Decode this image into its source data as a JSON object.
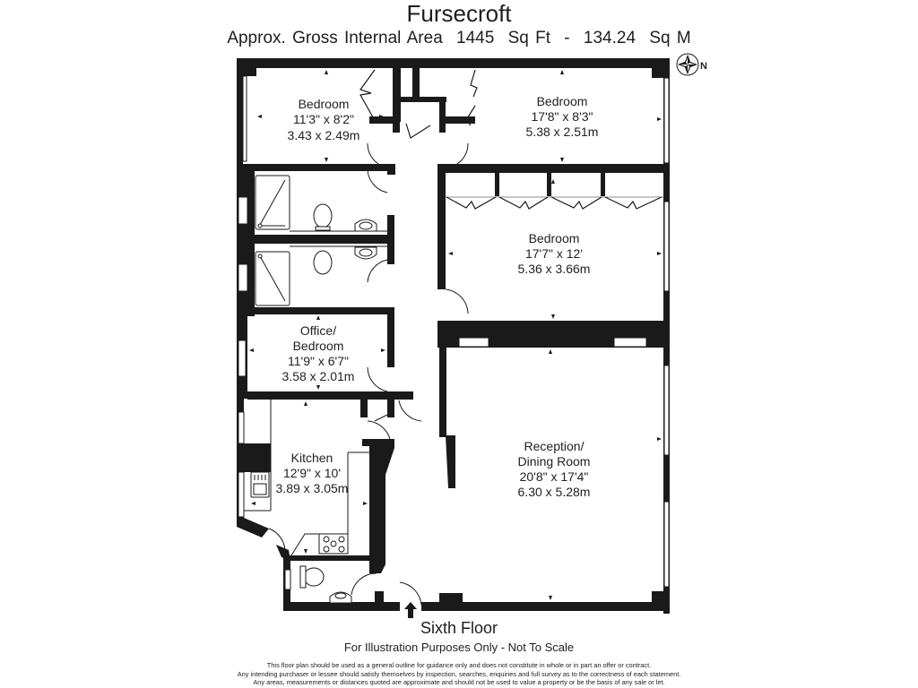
{
  "header": {
    "title": "Fursecroft",
    "area_label": "Approx. Gross Internal Area",
    "area_sqft": "1445",
    "area_sqft_unit": "Sq Ft",
    "separator": "-",
    "area_sqm": "134.24",
    "area_sqm_unit": "Sq M"
  },
  "compass": {
    "label": "N",
    "icon": "compass-rose-icon"
  },
  "rooms": [
    {
      "id": "bedroom-1",
      "name": "Bedroom",
      "name_line2": "",
      "imperial": "11'3\" x 8'2\"",
      "metric": "3.43 x 2.49m"
    },
    {
      "id": "bedroom-2",
      "name": "Bedroom",
      "name_line2": "",
      "imperial": "17'8\" x 8'3\"",
      "metric": "5.38 x 2.51m"
    },
    {
      "id": "bedroom-3",
      "name": "Bedroom",
      "name_line2": "",
      "imperial": "17'7\" x 12'",
      "metric": "5.36 x 3.66m"
    },
    {
      "id": "office-bedroom",
      "name": "Office/",
      "name_line2": "Bedroom",
      "imperial": "11'9\" x 6'7\"",
      "metric": "3.58 x 2.01m"
    },
    {
      "id": "kitchen",
      "name": "Kitchen",
      "name_line2": "",
      "imperial": "12'9\" x 10'",
      "metric": "3.89 x 3.05m"
    },
    {
      "id": "reception",
      "name": "Reception/",
      "name_line2": "Dining Room",
      "imperial": "20'8\" x 17'4\"",
      "metric": "6.30 x 5.28m"
    }
  ],
  "footer": {
    "floor": "Sixth Floor",
    "illustration_note": "For Illustration Purposes Only - Not To Scale",
    "disclaimer": [
      "This floor plan should be used as a general outline for guidance only and does not constitute in whole or in part an offer or contract.",
      "Any intending purchaser or lessee should satisfy themselves by inspection, searches, enquiries and full survey as to the correctness of each statement.",
      "Any areas, measurements or distances quoted are approximate and should not be used to value a property or be the basis of any sale or let."
    ]
  },
  "colors": {
    "wall": "#1a1a1a",
    "background": "#ffffff",
    "text": "#222222"
  }
}
